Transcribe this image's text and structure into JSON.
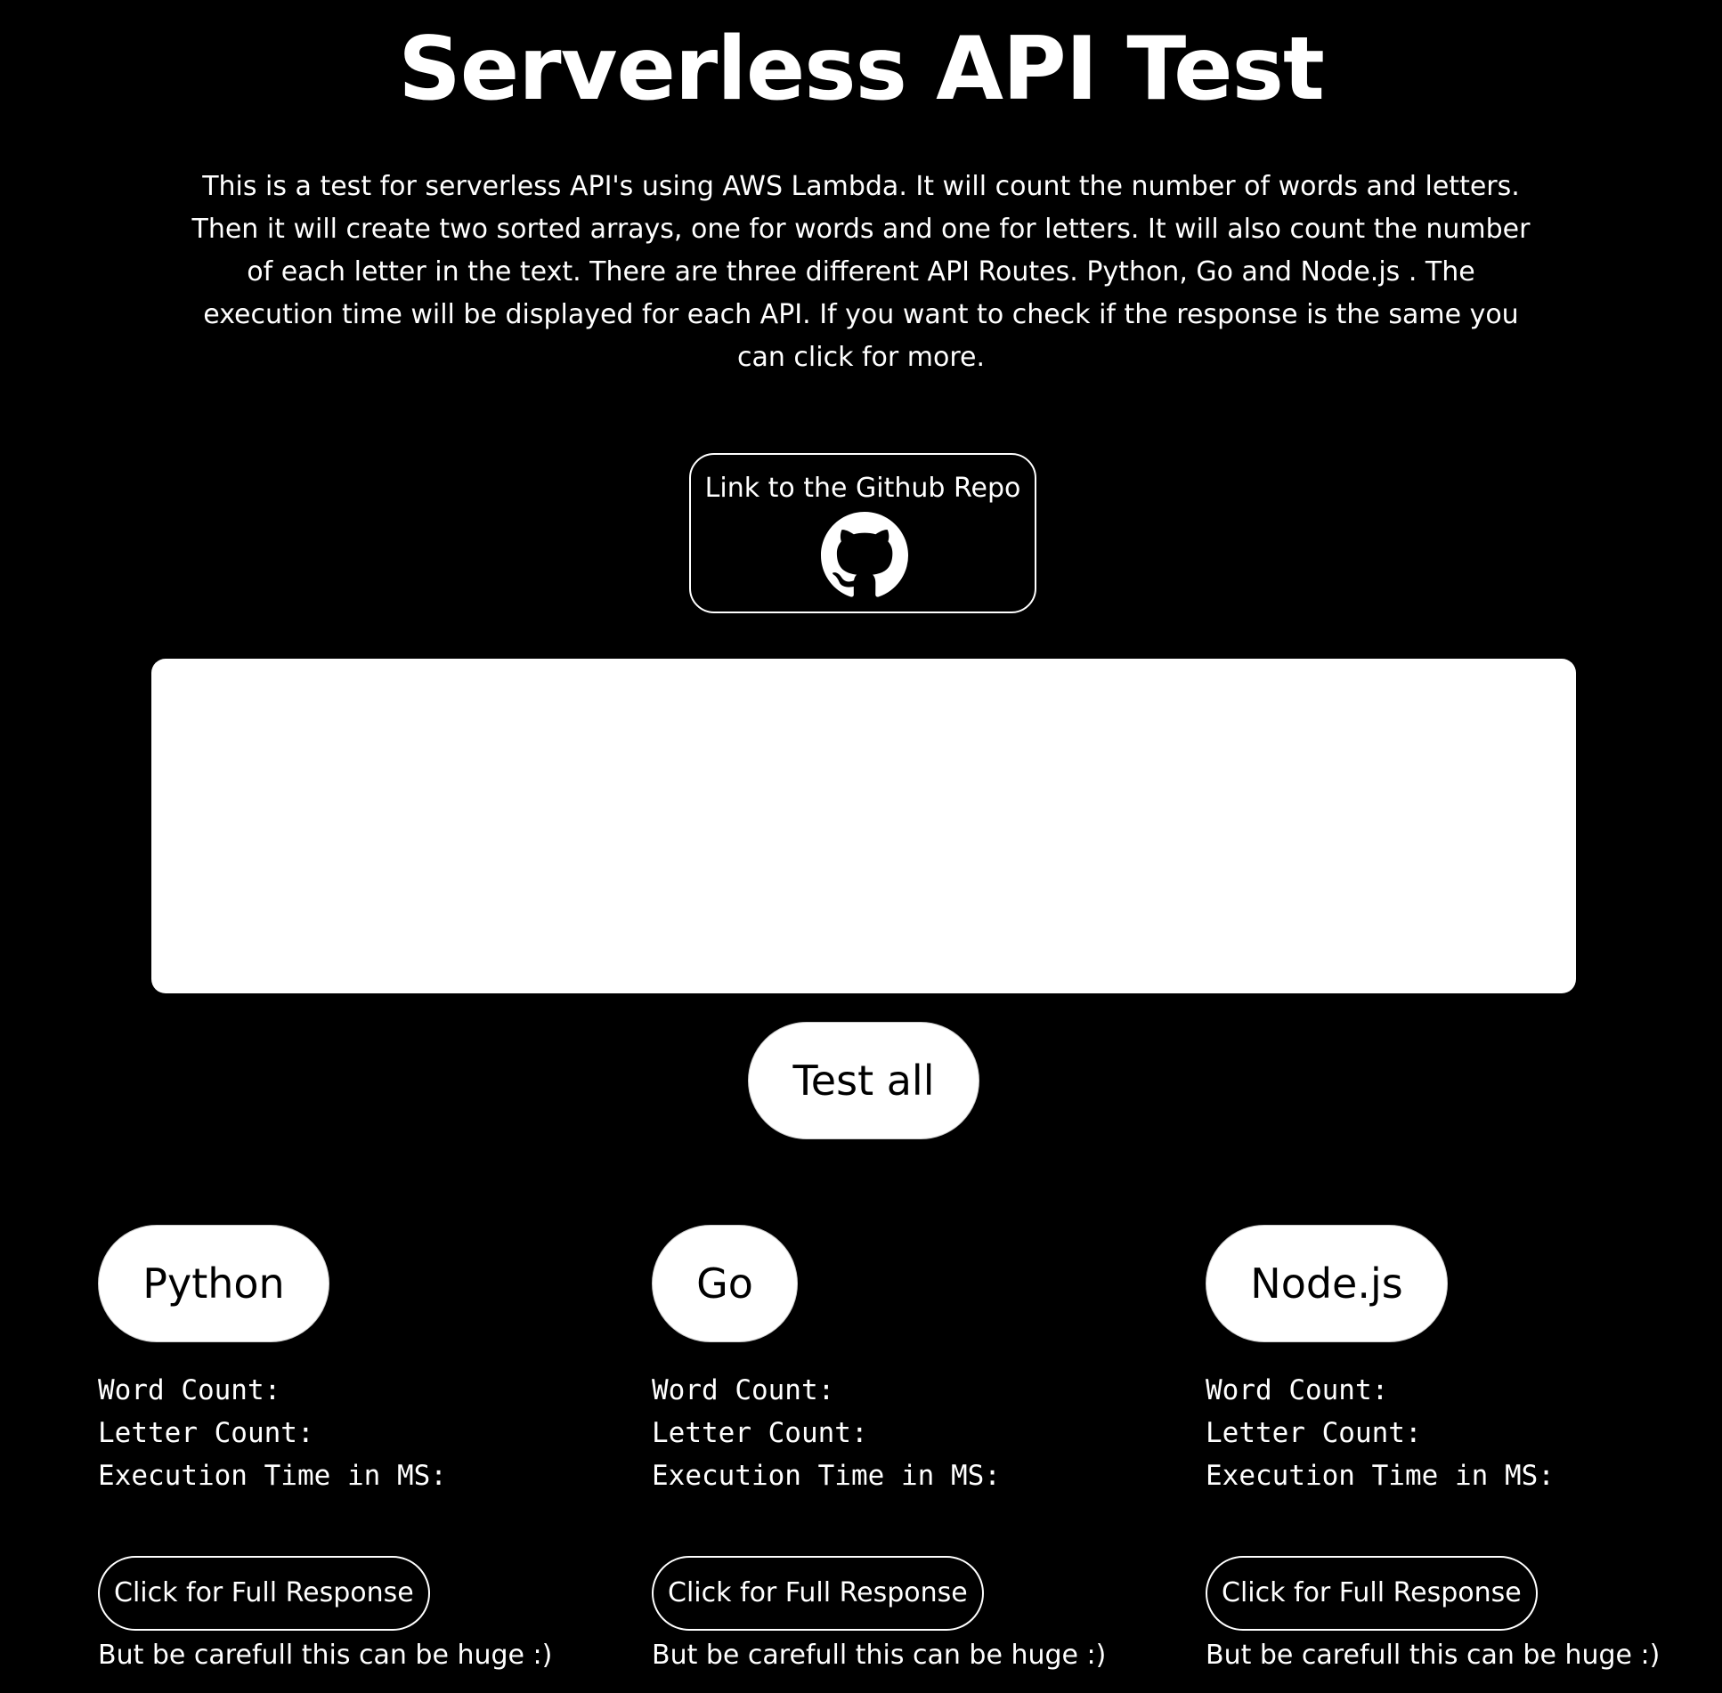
{
  "page": {
    "title": "Serverless API Test",
    "intro": "This is a test for serverless API's using AWS Lambda. It will count the number of words and letters. Then it will create two sorted arrays, one for words and one for letters. It will also count the number of each letter in the text. There are three different API Routes. Python, Go and Node.js . The execution time will be displayed for each API. If you want to check if the response is the same you can click for more."
  },
  "github": {
    "label": "Link to the Github Repo",
    "icon": "github-icon"
  },
  "input": {
    "value": "",
    "placeholder": ""
  },
  "test_all": {
    "label": "Test all"
  },
  "apis": [
    {
      "label": "Python",
      "word_count_label": "Word Count:",
      "letter_count_label": "Letter Count:",
      "execution_time_label": "Execution Time in MS:",
      "full_response_label": "Click for Full Response",
      "warning": "But be carefull this can be huge :)"
    },
    {
      "label": "Go",
      "word_count_label": "Word Count:",
      "letter_count_label": "Letter Count:",
      "execution_time_label": "Execution Time in MS:",
      "full_response_label": "Click for Full Response",
      "warning": "But be carefull this can be huge :)"
    },
    {
      "label": "Node.js",
      "word_count_label": "Word Count:",
      "letter_count_label": "Letter Count:",
      "execution_time_label": "Execution Time in MS:",
      "full_response_label": "Click for Full Response",
      "warning": "But be carefull this can be huge :)"
    }
  ],
  "colors": {
    "background": "#000000",
    "foreground": "#ffffff"
  }
}
